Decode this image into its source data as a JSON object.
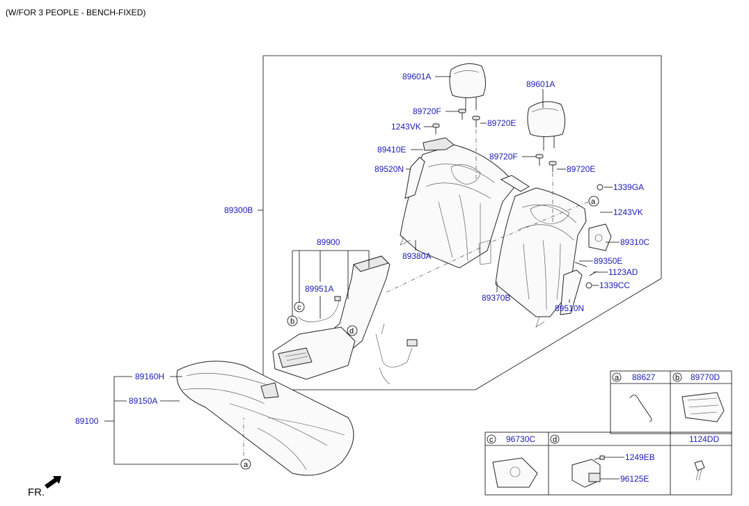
{
  "header": {
    "title": "(W/FOR 3 PEOPLE - BENCH-FIXED)"
  },
  "front_marker": "FR.",
  "parts": {
    "p89601A_left": "89601A",
    "p89601A_right": "89601A",
    "p89720F_left": "89720F",
    "p89720E_left": "89720E",
    "p1243VK_left": "1243VK",
    "p89410E": "89410E",
    "p89520N": "89520N",
    "p89720F_right": "89720F",
    "p89720E_right": "89720E",
    "p1339GA": "1339GA",
    "p1243VK_right": "1243VK",
    "p89310C": "89310C",
    "p89300B": "89300B",
    "p89380A": "89380A",
    "p89900": "89900",
    "p89951A": "89951A",
    "p89350E": "89350E",
    "p1123AD": "1123AD",
    "p1339CC": "1339CC",
    "p89370B": "89370B",
    "p89510N": "89510N",
    "p89160H": "89160H",
    "p89150A": "89150A",
    "p89100": "89100"
  },
  "callouts": {
    "a": "a",
    "b": "b",
    "c": "c",
    "d": "d"
  },
  "legend": {
    "a": {
      "letter": "a",
      "part": "88627"
    },
    "b": {
      "letter": "b",
      "part": "89770D"
    },
    "c": {
      "letter": "c",
      "part": "96730C"
    },
    "d": {
      "letter": "d",
      "part_1": "1249EB",
      "part_2": "96125E"
    },
    "extra": {
      "part": "1124DD"
    }
  }
}
